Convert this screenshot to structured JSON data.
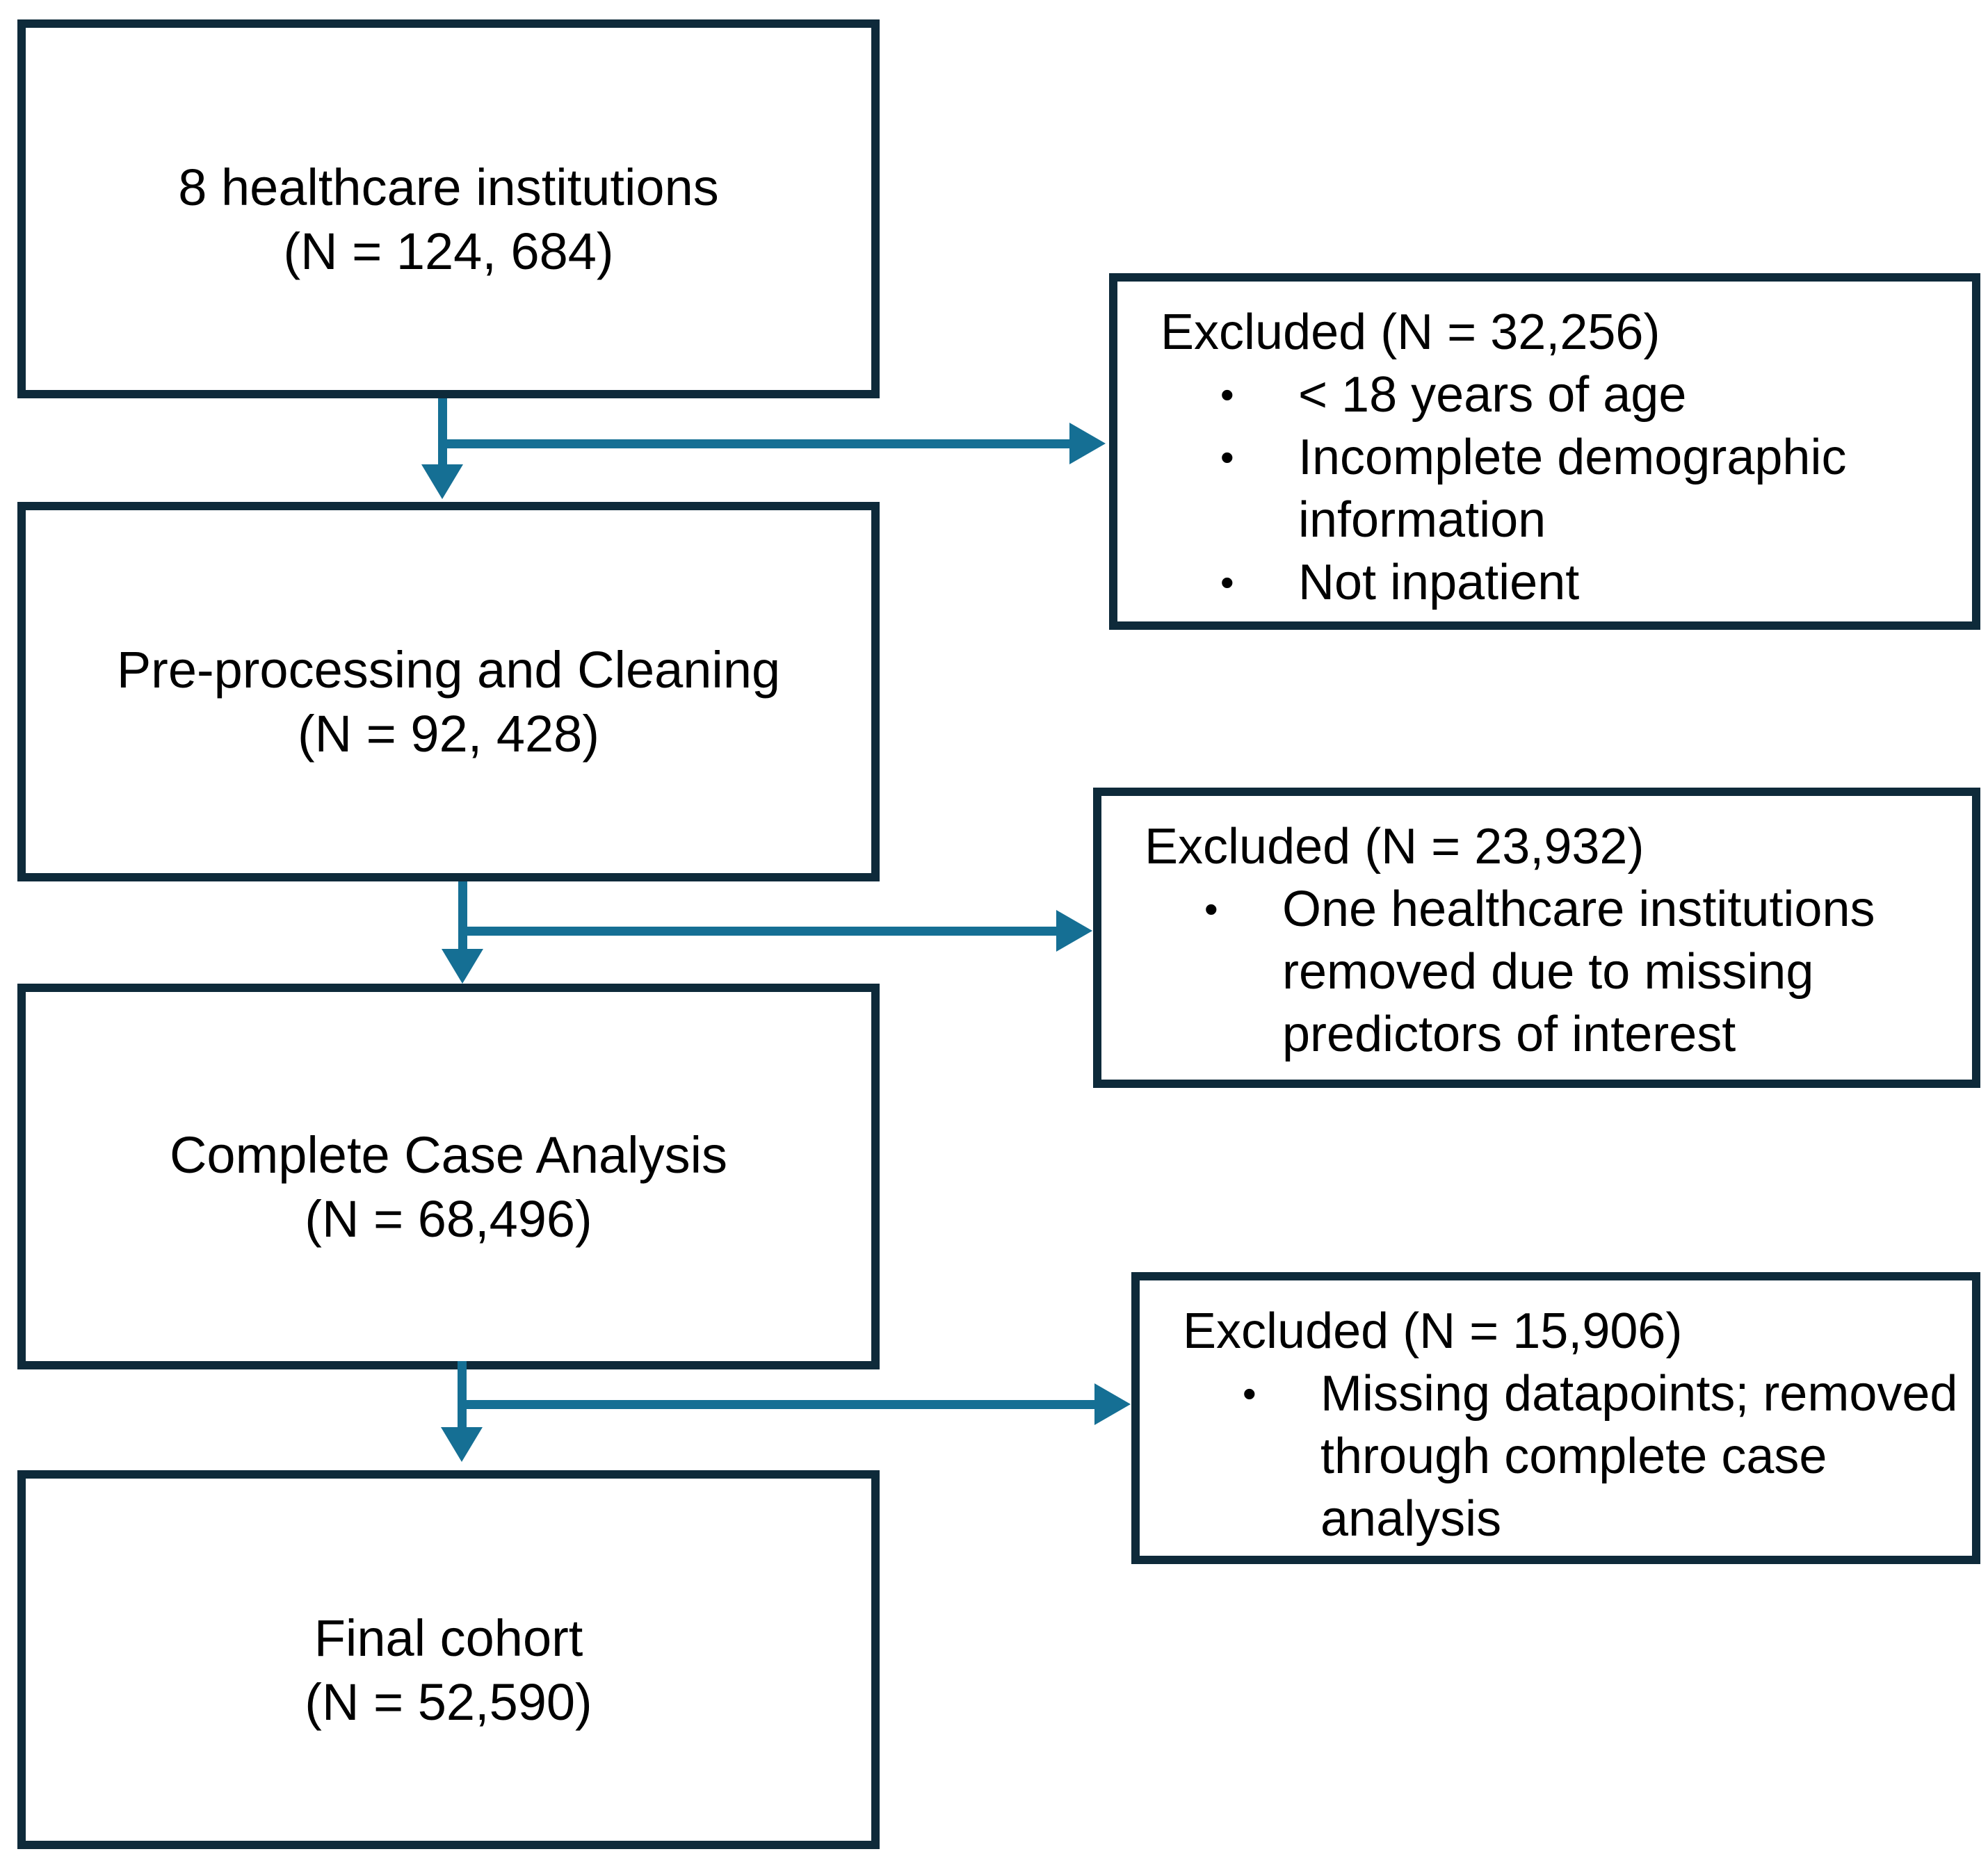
{
  "colors": {
    "box_border": "#0e2a3a",
    "arrow": "#156f94",
    "background": "#ffffff",
    "text": "#000000"
  },
  "bullet_char": "•",
  "flow_boxes": [
    {
      "label": "8 healthcare institutions",
      "n": "(N = 124, 684)"
    },
    {
      "label": "Pre-processing and Cleaning",
      "n": "(N = 92, 428)"
    },
    {
      "label": "Complete Case Analysis",
      "n": "(N = 68,496)"
    },
    {
      "label": "Final cohort",
      "n": "(N = 52,590)"
    }
  ],
  "exclusion_boxes": [
    {
      "header": "Excluded (N = 32,256)",
      "bullets": [
        "< 18 years of age",
        "Incomplete demographic information",
        "Not inpatient"
      ]
    },
    {
      "header": "Excluded (N = 23,932)",
      "bullets": [
        "One healthcare institutions removed due to missing predictors of interest"
      ]
    },
    {
      "header": "Excluded (N = 15,906)",
      "bullets": [
        "Missing datapoints; removed through complete case analysis"
      ]
    }
  ]
}
